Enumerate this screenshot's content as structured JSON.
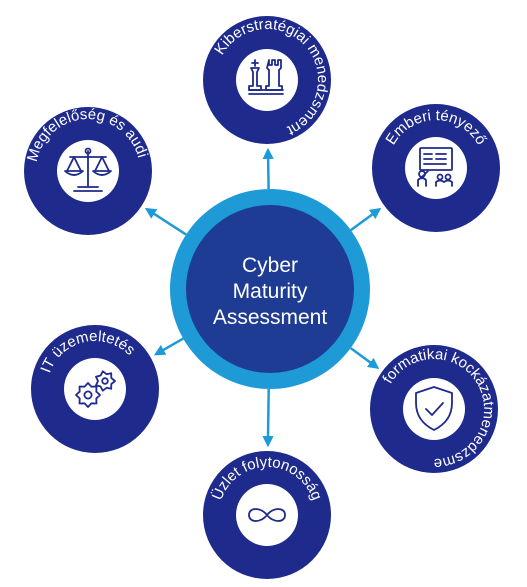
{
  "center": {
    "lines": [
      "Cyber",
      "Maturity",
      "Assessment"
    ]
  },
  "colors": {
    "node_fill": "#1e2a8c",
    "center_fill": "#1f3c95",
    "center_ring": "#1e9bd7",
    "connector": "#1e9bd7",
    "text": "#ffffff"
  },
  "nodes": [
    {
      "id": "cyber-strategy",
      "label": "Kiberstratégiai menedzsment",
      "icon": "chess-pieces-icon"
    },
    {
      "id": "human-factor",
      "label": "Emberi tényező",
      "icon": "presentation-board-icon"
    },
    {
      "id": "risk-management",
      "label": "Informatikai kockázatmenedzsment",
      "icon": "shield-check-icon"
    },
    {
      "id": "business-continuity",
      "label": "Üzlet folytonosság",
      "icon": "infinity-icon"
    },
    {
      "id": "it-operations",
      "label": "IT üzemeltetés",
      "icon": "gears-icon"
    },
    {
      "id": "compliance-audit",
      "label": "Megfelelőség és audit",
      "icon": "scales-icon"
    }
  ]
}
